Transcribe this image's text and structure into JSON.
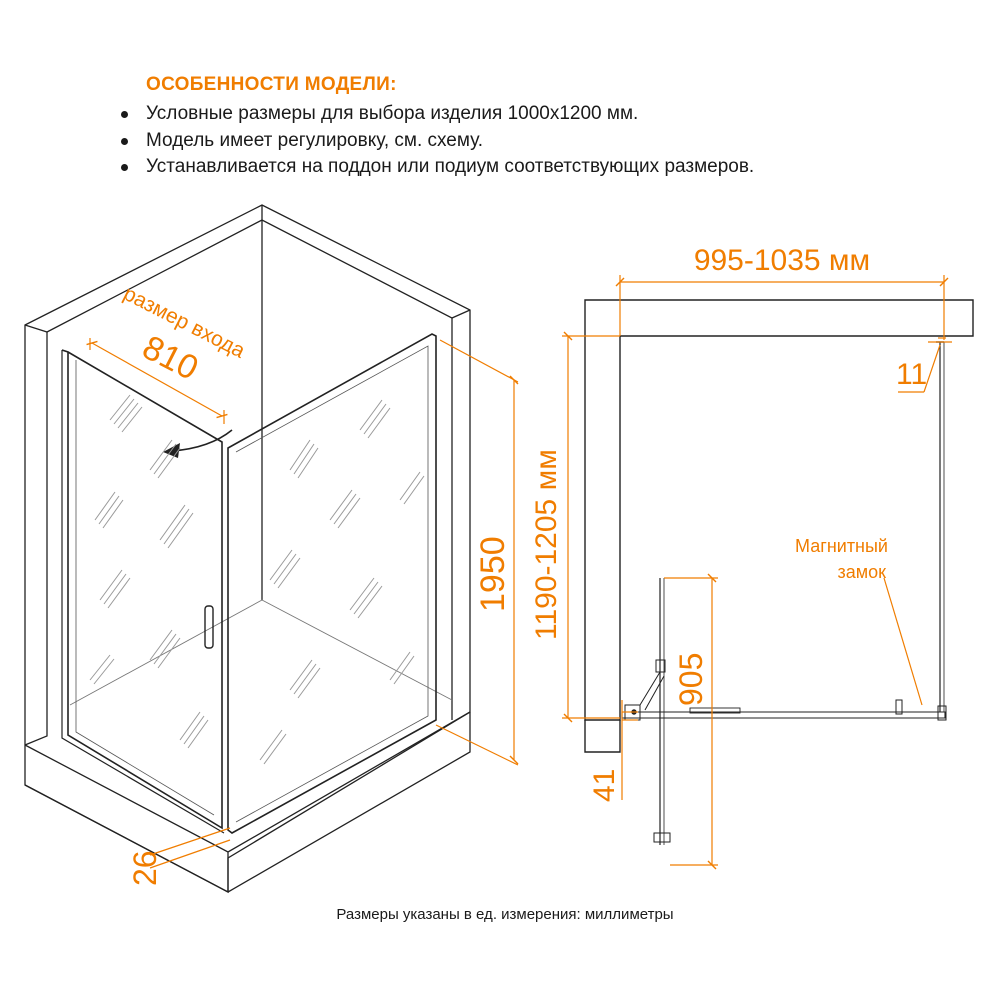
{
  "features": {
    "heading": "ОСОБЕННОСТИ МОДЕЛИ:",
    "items": [
      "Условные размеры для выбора изделия 1000х1200 мм.",
      "Модель имеет регулировку, см. схему.",
      "Устанавливается на поддон или подиум соответствующих размеров."
    ]
  },
  "dimensions": {
    "entrance_label": "размер входа",
    "entrance_value": "810",
    "height": "1950",
    "base_gap": "26",
    "width_range": "995-1035 мм",
    "depth_range": "1190-1205 мм",
    "profile_gap": "11",
    "door_swing": "905",
    "threshold": "41"
  },
  "callouts": {
    "magnet_line1": "Магнитный",
    "magnet_line2": "замок"
  },
  "footer": "Размеры указаны в ед. измерения: миллиметры",
  "colors": {
    "accent": "#f07d00",
    "line": "#222222",
    "glass_hatch": "#9a9a9a"
  }
}
